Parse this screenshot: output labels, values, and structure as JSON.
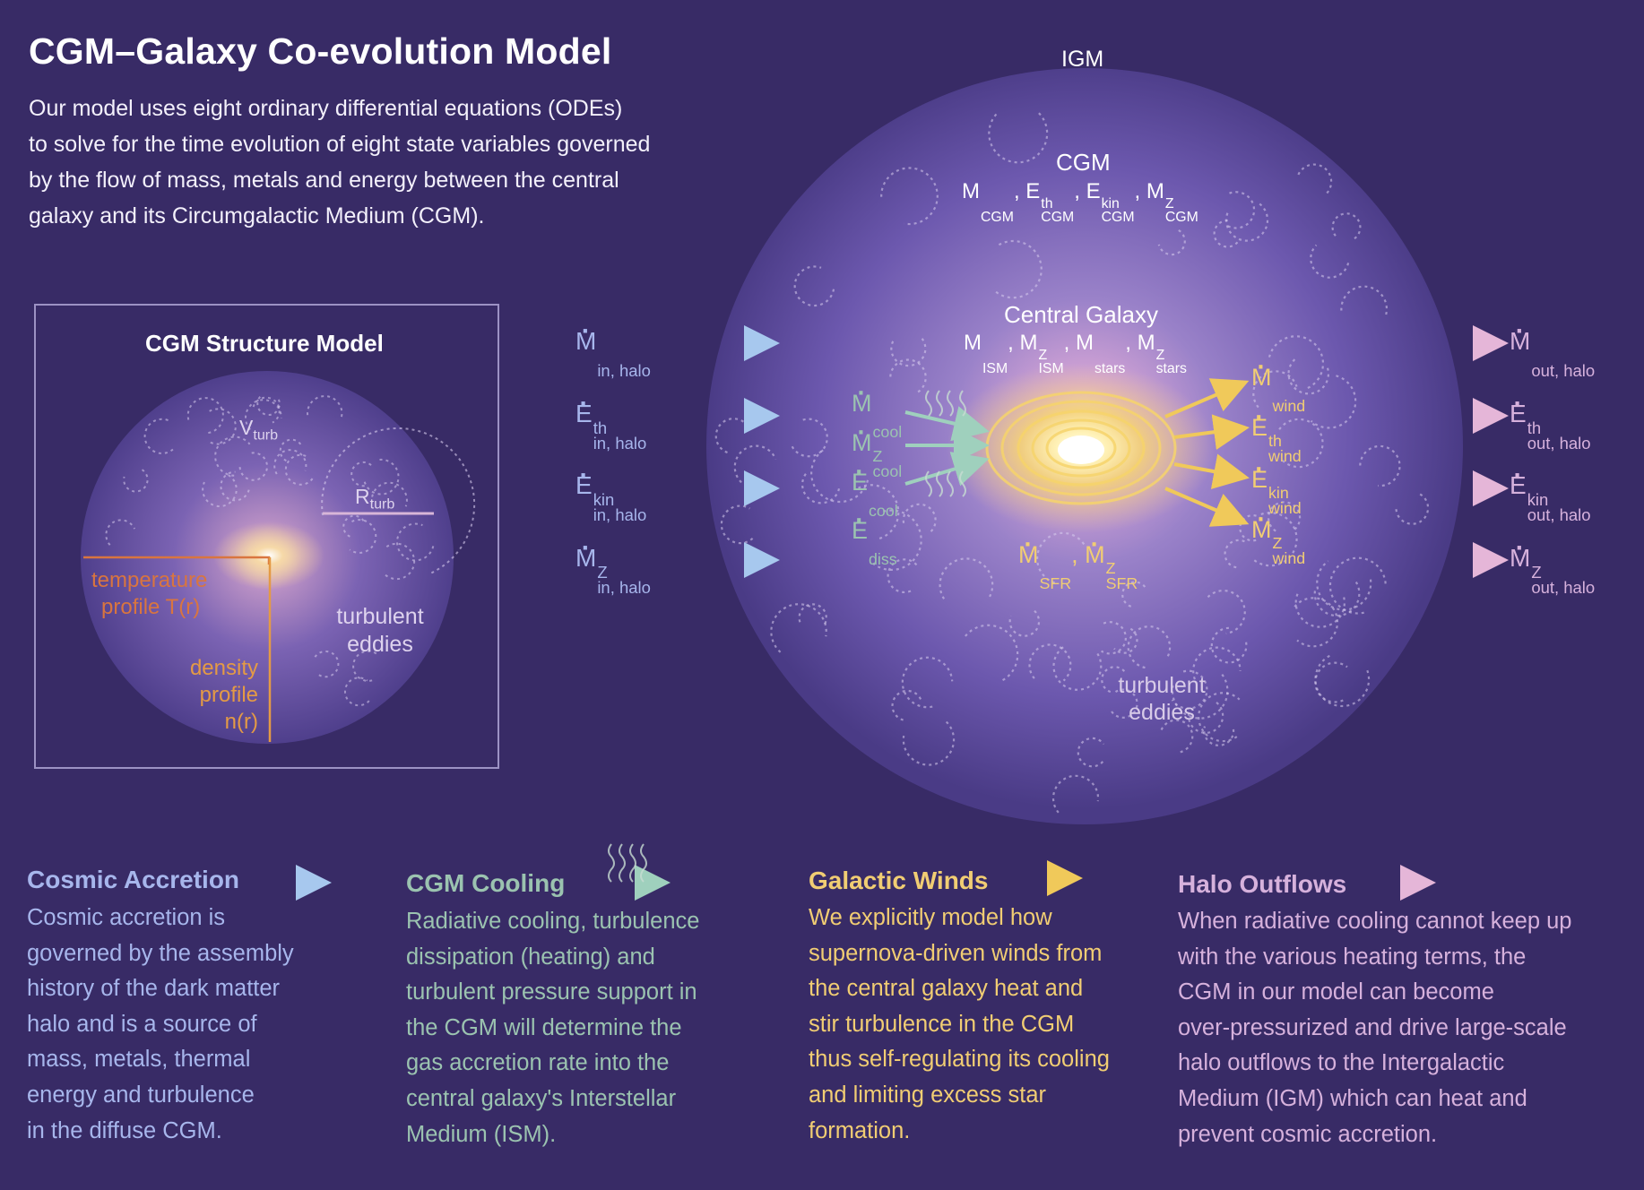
{
  "title": "CGM–Galaxy Co-evolution Model",
  "intro_lines": [
    "Our model uses eight ordinary differential equations (ODEs)",
    "to solve for the time evolution of eight state variables governed",
    "by the flow of mass, metals and energy between the central",
    "galaxy and its Circumgalactic Medium (CGM)."
  ],
  "structure_panel": {
    "title": "CGM Structure Model",
    "v_turb": "V",
    "v_turb_sub": "turb",
    "r_turb": "R",
    "r_turb_sub": "turb",
    "temperature_lines": [
      "temperature",
      "profile T(r)"
    ],
    "density_lines": [
      "density",
      "profile",
      "n(r)"
    ],
    "eddies_lines": [
      "turbulent",
      "eddies"
    ]
  },
  "main_diagram": {
    "igm_label": "IGM",
    "cgm_label": "CGM",
    "cgm_vars": [
      {
        "base": "M",
        "sub": "CGM"
      },
      {
        "base": "E",
        "sup": "th",
        "sub": "CGM"
      },
      {
        "base": "E",
        "sup": "kin",
        "sub": "CGM"
      },
      {
        "base": "M",
        "sup": "Z",
        "sub": "CGM"
      }
    ],
    "galaxy_label": "Central Galaxy",
    "galaxy_vars": [
      {
        "base": "M",
        "sub": "ISM"
      },
      {
        "base": "M",
        "sup": "Z",
        "sub": "ISM"
      },
      {
        "base": "M",
        "sub": "stars"
      },
      {
        "base": "M",
        "sup": "Z",
        "sub": "stars"
      }
    ],
    "inflows": [
      {
        "base": "M",
        "sup": "",
        "sub": "in, halo"
      },
      {
        "base": "E",
        "sup": "th",
        "sub": "in, halo"
      },
      {
        "base": "E",
        "sup": "kin",
        "sub": "in, halo"
      },
      {
        "base": "M",
        "sup": "Z",
        "sub": "in, halo"
      }
    ],
    "outflows": [
      {
        "base": "M",
        "sup": "",
        "sub": "out, halo"
      },
      {
        "base": "E",
        "sup": "th",
        "sub": "out, halo"
      },
      {
        "base": "E",
        "sup": "kin",
        "sub": "out, halo"
      },
      {
        "base": "M",
        "sup": "Z",
        "sub": "out, halo"
      }
    ],
    "cooling": [
      {
        "base": "M",
        "sup": "",
        "sub": "cool"
      },
      {
        "base": "M",
        "sup": "Z",
        "sub": "cool"
      },
      {
        "base": "E",
        "sup": "",
        "sub": "cool"
      },
      {
        "base": "E",
        "sup": "",
        "sub": "diss"
      }
    ],
    "winds": [
      {
        "base": "M",
        "sup": "",
        "sub": "wind"
      },
      {
        "base": "E",
        "sup": "th",
        "sub": "wind"
      },
      {
        "base": "E",
        "sup": "kin",
        "sub": "wind"
      },
      {
        "base": "M",
        "sup": "Z",
        "sub": "wind"
      }
    ],
    "sfr": [
      {
        "base": "M",
        "sup": "",
        "sub": "SFR"
      },
      {
        "base": "M",
        "sup": "Z",
        "sub": "SFR"
      }
    ],
    "eddies_lines": [
      "turbulent",
      "eddies"
    ]
  },
  "bottom": {
    "accretion": {
      "title": "Cosmic Accretion",
      "lines": [
        "Cosmic accretion is",
        "governed by the assembly",
        "history of the dark matter",
        "halo and is a source of",
        "mass, metals, thermal",
        "energy and turbulence",
        "in the diffuse CGM."
      ]
    },
    "cooling": {
      "title": "CGM Cooling",
      "lines": [
        "Radiative cooling, turbulence",
        "dissipation (heating) and",
        "turbulent pressure support in",
        "the CGM will determine the",
        "gas accretion rate into the",
        "central galaxy's Interstellar",
        "Medium (ISM)."
      ]
    },
    "winds": {
      "title": "Galactic Winds",
      "lines": [
        "We explicitly model how",
        "supernova-driven winds from",
        "the central galaxy heat and",
        "stir turbulence in the CGM",
        "thus self-regulating its cooling",
        "and limiting excess star",
        "formation."
      ]
    },
    "outflows": {
      "title": "Halo Outflows",
      "lines": [
        "When radiative cooling cannot keep up",
        "with the various heating terms, the",
        "CGM in our model can become",
        "over-pressurized and drive large-scale",
        "halo outflows to the Intergalactic",
        "Medium (IGM) which can heat and",
        "prevent cosmic accretion."
      ]
    }
  },
  "colors": {
    "background": "#382b66",
    "accretion": "#a7b6ec",
    "cooling": "#9bc3b0",
    "winds": "#f1cd73",
    "outflows": "#d6b1dc",
    "temperature": "#d9753f",
    "density": "#e49a45"
  }
}
